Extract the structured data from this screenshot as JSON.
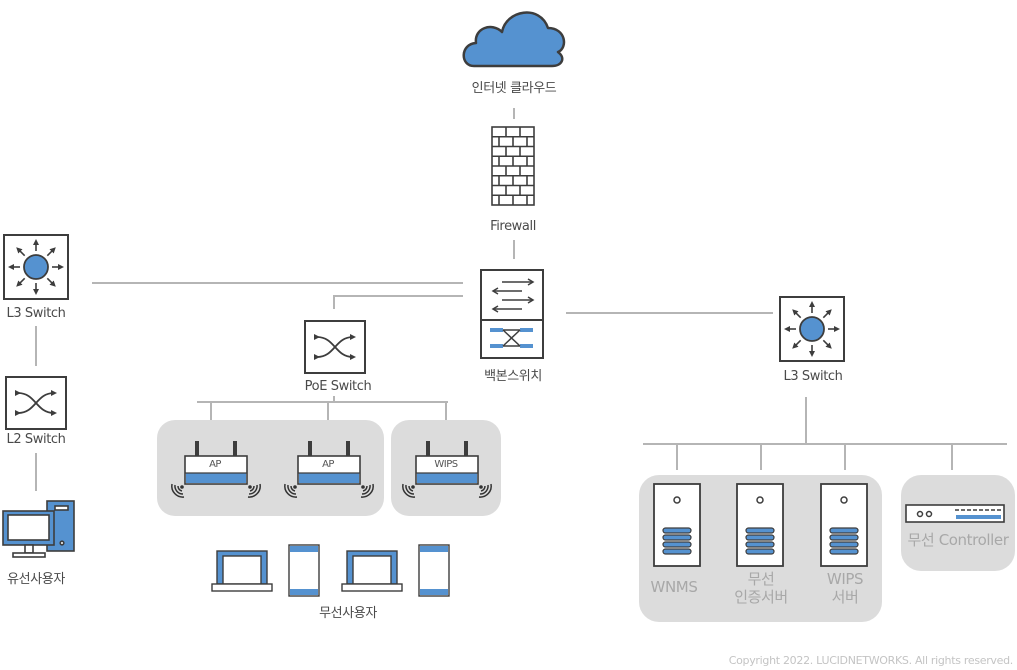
{
  "diagram": {
    "colors": {
      "accent": "#5592d0",
      "outline": "#3d3d3d",
      "line": "#b5b5b5",
      "group_bg": "#dcdcdc",
      "label": "#4a4a4a",
      "muted_label": "#a8a8a8"
    },
    "nodes": {
      "cloud": {
        "label": "인터넷 클라우드",
        "icon": "cloud-icon"
      },
      "firewall": {
        "label": "Firewall",
        "icon": "firewall-icon"
      },
      "backbone": {
        "label": "백본스위치",
        "icon": "backbone-switch-icon"
      },
      "l3_left": {
        "label": "L3 Switch",
        "icon": "l3-switch-icon"
      },
      "l2_left": {
        "label": "L2 Switch",
        "icon": "l2-switch-icon"
      },
      "wired_user": {
        "label": "유선사용자",
        "icon": "desktop-computer-icon"
      },
      "poe": {
        "label": "PoE Switch",
        "icon": "poe-switch-icon"
      },
      "ap1": {
        "tag": "AP",
        "icon": "access-point-icon"
      },
      "ap2": {
        "tag": "AP",
        "icon": "access-point-icon"
      },
      "wips": {
        "tag": "WIPS",
        "icon": "wips-sensor-icon"
      },
      "wireless_users": {
        "label": "무선사용자",
        "icons": [
          "laptop-icon",
          "tablet-icon",
          "laptop-icon",
          "tablet-icon"
        ]
      },
      "l3_right": {
        "label": "L3 Switch",
        "icon": "l3-switch-icon"
      },
      "wnms": {
        "label_lines": [
          "WNMS"
        ],
        "icon": "server-icon"
      },
      "auth_server": {
        "label_lines": [
          "무선",
          "인증서버"
        ],
        "icon": "server-icon"
      },
      "wips_server": {
        "label_lines": [
          "WIPS",
          "서버"
        ],
        "icon": "server-icon"
      },
      "controller": {
        "label": "무선 Controller",
        "icon": "wireless-controller-icon"
      }
    },
    "copyright": "Copyright 2022. LUCIDNETWORKS. All rights reserved."
  }
}
